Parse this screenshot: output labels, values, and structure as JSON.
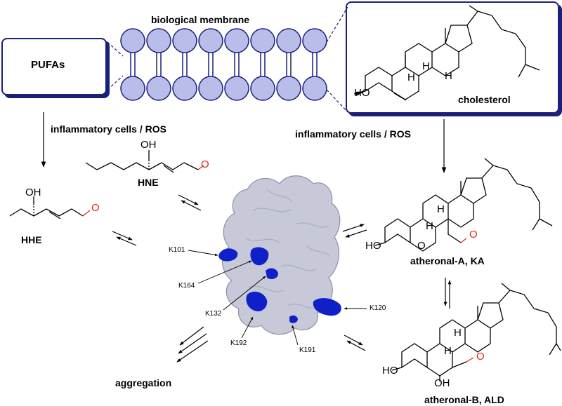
{
  "labels": {
    "membrane": "biological membrane",
    "pufas": "PUFAs",
    "cholesterol": "cholesterol",
    "inflam_left": "inflammatory cells / ROS",
    "inflam_right": "inflammatory cells / ROS",
    "hne": "HNE",
    "hhe": "HHE",
    "ka": "atheronal-A, KA",
    "ald": "atheronal-B, ALD",
    "aggregation": "aggregation"
  },
  "atoms": {
    "oh": "OH",
    "ho": "HO",
    "o": "O",
    "h": "H"
  },
  "lysines": [
    "K101",
    "K164",
    "K132",
    "K192",
    "K191",
    "K120"
  ],
  "colors": {
    "box_border": "#1a1f7a",
    "lipid_fill": "#b9bde9",
    "protein_fill": "#c7c9d9",
    "residue_blue": "#1020c8",
    "carbonyl_red": "#e0261b"
  }
}
